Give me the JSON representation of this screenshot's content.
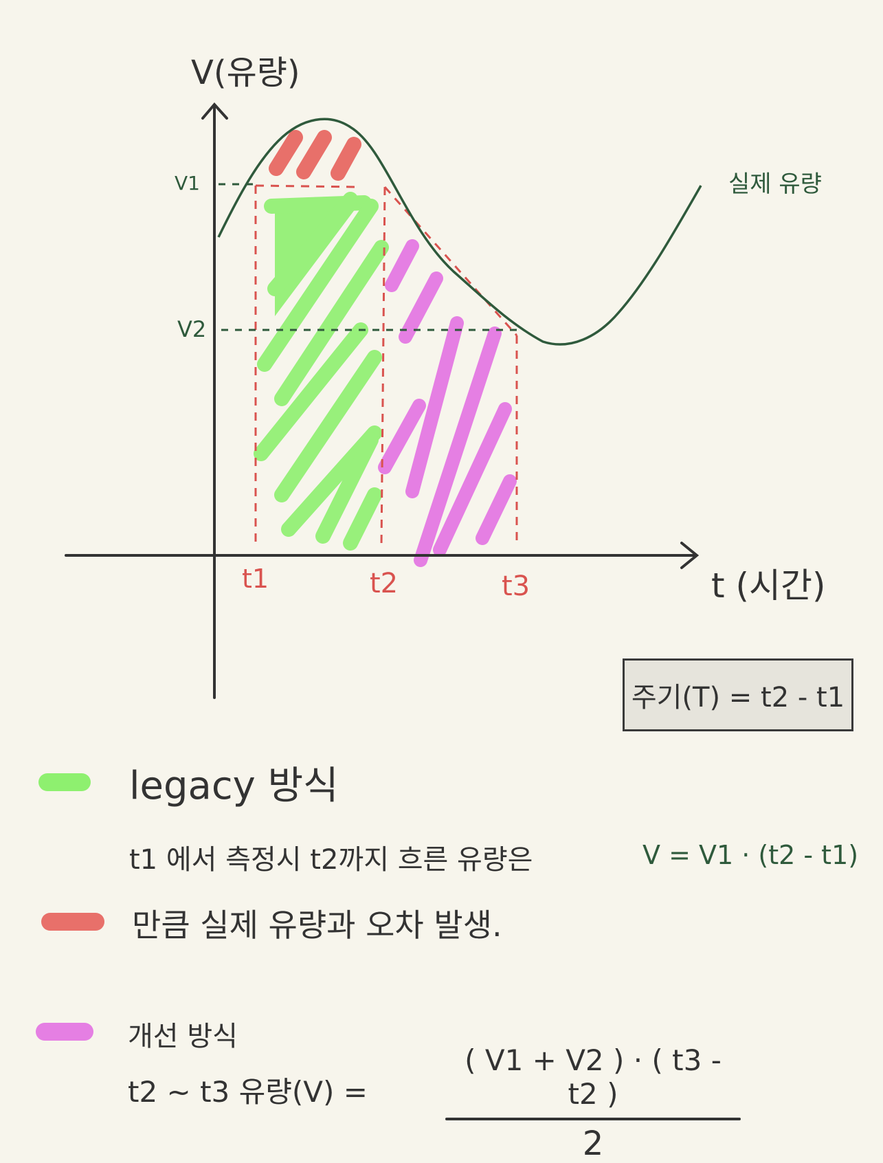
{
  "axes": {
    "y_label": "V(유량)",
    "x_label": "t (시간)",
    "y_ticks": [
      "V1",
      "V2"
    ],
    "x_ticks": [
      "t1",
      "t2",
      "t3"
    ]
  },
  "curve_label": "실제 유량",
  "period_box": "주기(T) = t2 - t1",
  "legend": {
    "legacy": {
      "title": "legacy 방식",
      "desc": "t1 에서 측정시 t2까지 흐른 유량은",
      "formula": "V = V1 · (t2 - t1)",
      "color": "#8ef06f"
    },
    "error": {
      "desc": "만큼 실제 유량과 오차 발생.",
      "color": "#e8706a"
    },
    "improved": {
      "title": "개선 방식",
      "lhs": "t2 ~ t3 유량(V) =",
      "numerator": "( V1 + V2 ) · ( t3 - t2 )",
      "denominator": "2",
      "color": "#e57fe3"
    }
  },
  "colors": {
    "curve": "#2f5a3c",
    "tick_red": "#d9534f",
    "axis": "#333333",
    "dashed_green": "#2f5a3c"
  }
}
